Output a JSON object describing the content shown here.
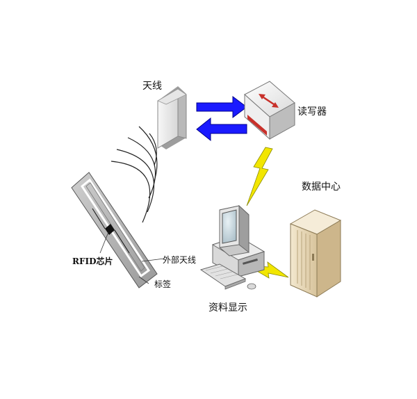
{
  "labels": {
    "antenna": "天线",
    "reader": "读写器",
    "data_center": "数据中心",
    "rfid_chip": "RFID芯片",
    "external_antenna": "外部天线",
    "tag": "标签",
    "data_display": "资料显示"
  },
  "icons": {
    "antenna": "antenna-panel-icon",
    "reader": "reader-box-icon",
    "tag": "rfid-tag-icon",
    "computer": "desktop-computer-icon",
    "server": "server-cabinet-icon",
    "wireless": "lightning-bolt-icon"
  },
  "colors": {
    "arrow_blue": "#1a1aff",
    "reader_red": "#c8302a",
    "bolt_yellow": "#f2e600",
    "server_beige": "#e8d9b8"
  }
}
